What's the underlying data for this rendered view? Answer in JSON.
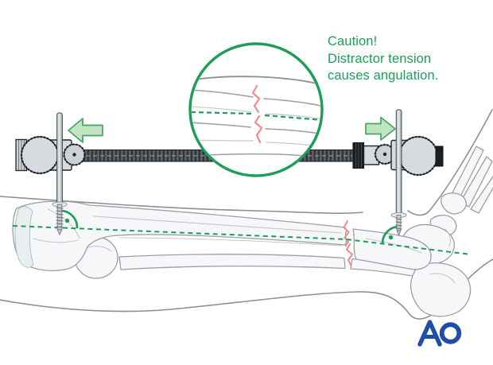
{
  "caution": {
    "line1": "Caution!",
    "line2": "Distractor tension",
    "line3": "causes angulation."
  },
  "logo": {
    "text": "AO"
  },
  "colors": {
    "background": "#FFFFFF",
    "accent_green": "#1E9D59",
    "arrow_fill": "#BEE5BF",
    "arrow_stroke": "#4AA363",
    "fracture_red": "#F08B90",
    "bone_fill": "#F6F7F8",
    "bone_stroke": "#9AA0A3",
    "skin_stroke": "#8C9093",
    "metal_fill": "#D6DBDF",
    "metal_stroke": "#212529",
    "metal_dark": "#1B1E22",
    "bar_fill": "#4C5055",
    "logo_blue": "#1F4DA8"
  }
}
